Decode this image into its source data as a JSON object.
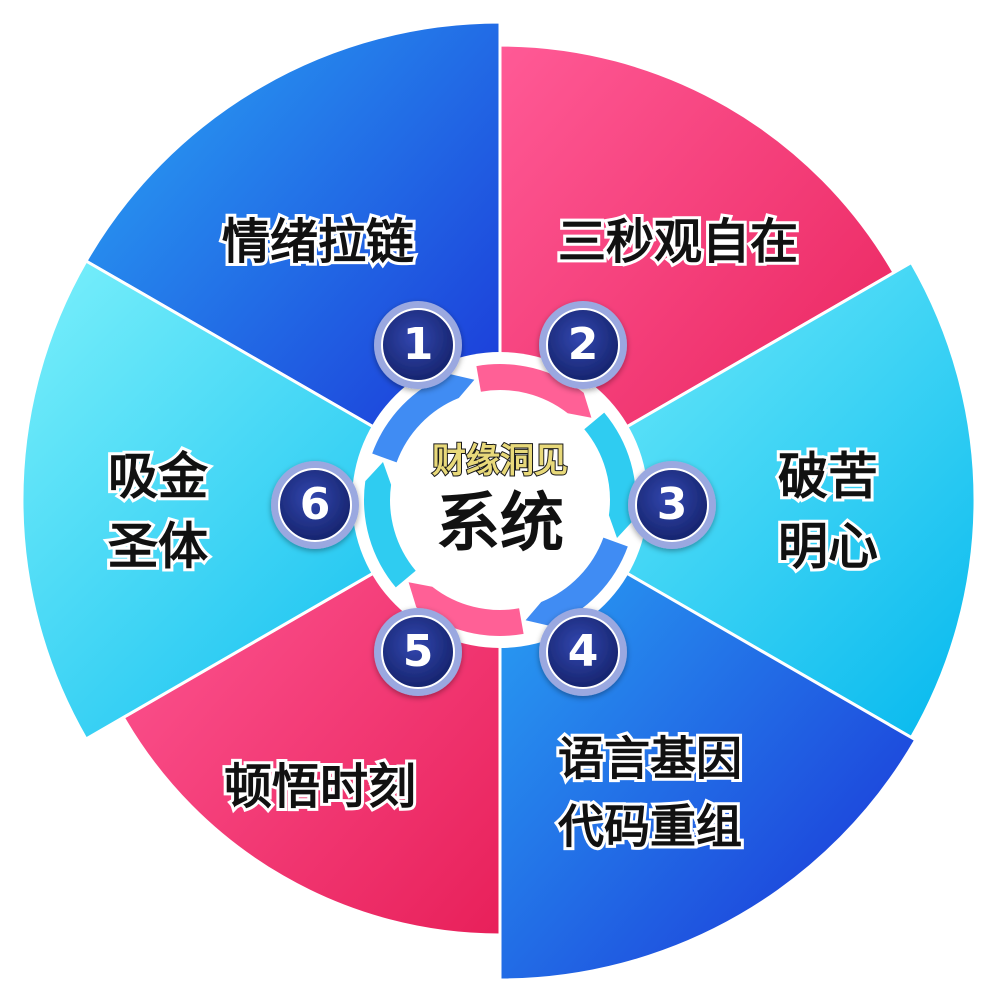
{
  "center": {
    "subtitle": "财缘洞见",
    "title": "系统"
  },
  "segments": [
    {
      "number": "1",
      "lines": [
        "情绪拉链"
      ],
      "gradient": "blue"
    },
    {
      "number": "2",
      "lines": [
        "三秒观自在"
      ],
      "gradient": "pink"
    },
    {
      "number": "3",
      "lines": [
        "破苦",
        "明心"
      ],
      "gradient": "cyan"
    },
    {
      "number": "4",
      "lines": [
        "语言基因",
        "代码重组"
      ],
      "gradient": "blue"
    },
    {
      "number": "5",
      "lines": [
        "顿悟时刻"
      ],
      "gradient": "pink"
    },
    {
      "number": "6",
      "lines": [
        "吸金",
        "圣体"
      ],
      "gradient": "cyan"
    }
  ],
  "colors": {
    "blue_light": "#2aa8f5",
    "blue_dark": "#1a2fd6",
    "pink_light": "#ff5a96",
    "pink_dark": "#e8205a",
    "cyan_light": "#7af0fb",
    "cyan_dark": "#05b8ee",
    "badge_fill": "#1d2f86",
    "badge_ring": "#9aa8e0",
    "subtitle_fill": "#e8d97a"
  }
}
